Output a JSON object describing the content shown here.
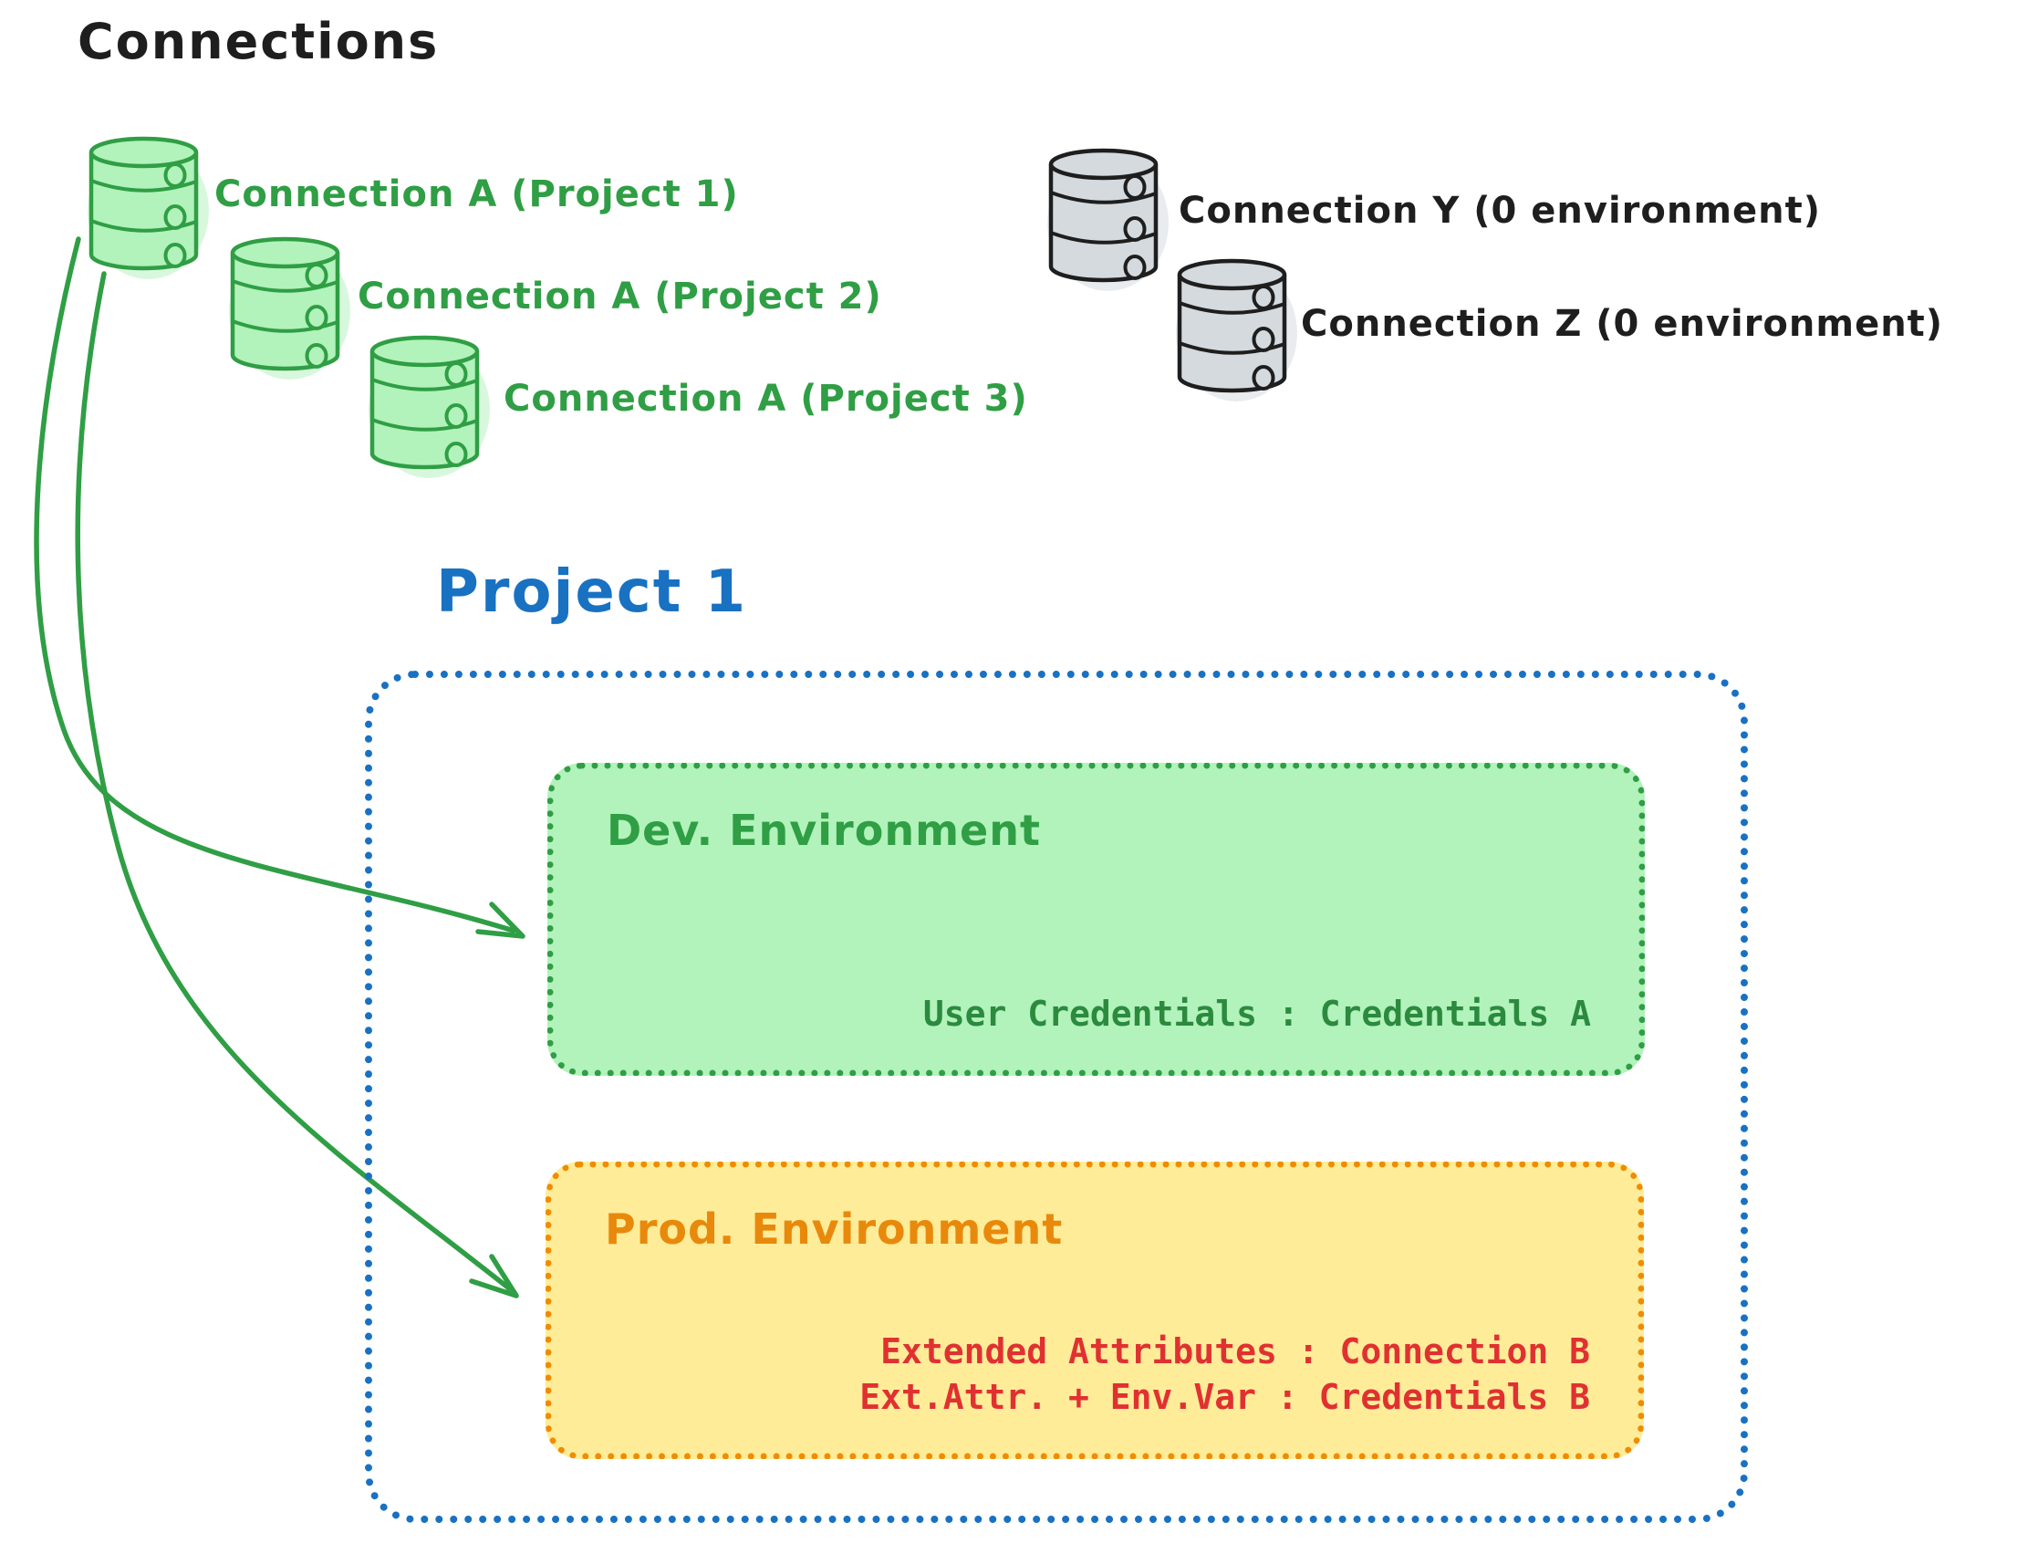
{
  "title": "Connections",
  "colors": {
    "green_stroke": "#2f9e44",
    "green_fill": "#b2f2bb",
    "gray_stroke": "#1e1e1e",
    "gray_fill": "#d4dade",
    "blue_accent": "#1971c2",
    "orange_accent": "#f08c00",
    "yellow_fill": "#ffec99",
    "red_text": "#e03131",
    "black_text": "#1e1e1e"
  },
  "project_connections": [
    {
      "icon": "database-icon",
      "color": "green",
      "label": "Connection A (Project 1)"
    },
    {
      "icon": "database-icon",
      "color": "green",
      "label": "Connection A (Project 2)"
    },
    {
      "icon": "database-icon",
      "color": "green",
      "label": "Connection A (Project 3)"
    }
  ],
  "unassigned_connections": [
    {
      "icon": "database-icon",
      "color": "gray",
      "label": "Connection Y (0 environment)"
    },
    {
      "icon": "database-icon",
      "color": "gray",
      "label": "Connection Z (0 environment)"
    }
  ],
  "project": {
    "title": "Project 1",
    "environments": [
      {
        "name": "Dev. Environment",
        "credentials": [
          "User Credentials : Credentials A"
        ]
      },
      {
        "name": "Prod. Environment",
        "credentials": [
          "Extended Attributes : Connection B",
          "Ext.Attr. + Env.Var : Credentials B"
        ]
      }
    ]
  },
  "arrows": [
    {
      "name": "arrow-connection-a-to-dev-environment"
    },
    {
      "name": "arrow-connection-a-to-prod-environment"
    }
  ]
}
